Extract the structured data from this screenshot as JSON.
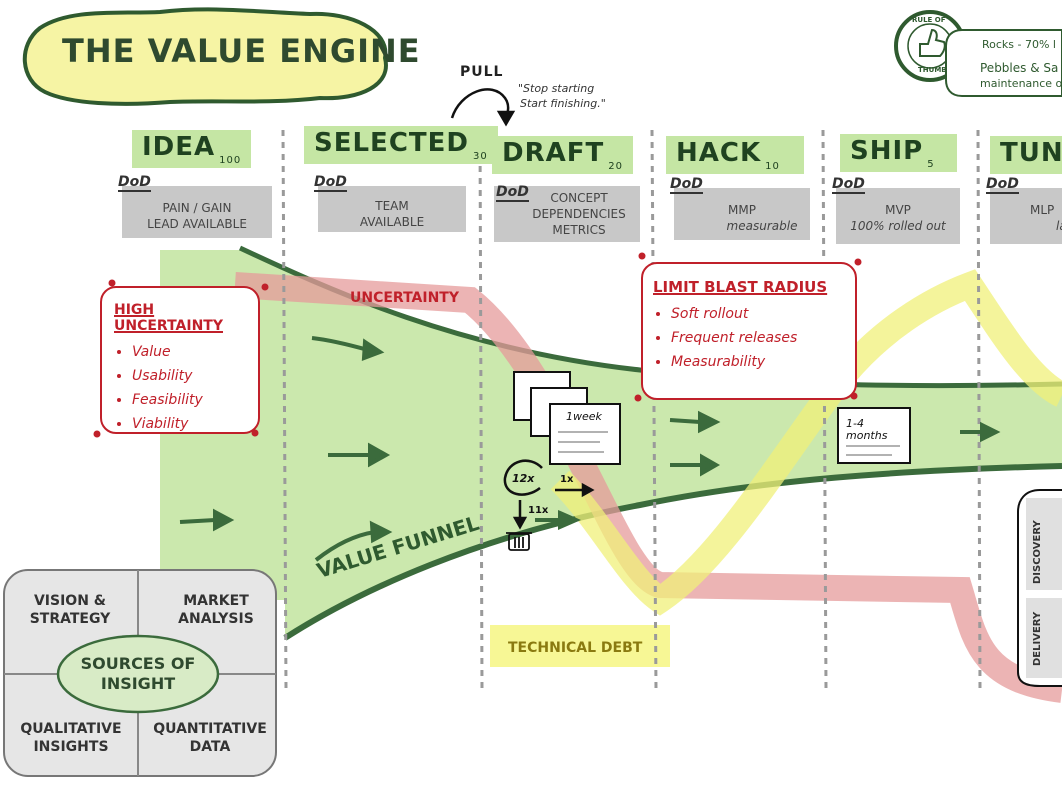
{
  "title": "THE VALUE ENGINE",
  "pull": {
    "label": "PULL",
    "quote_line1": "\"Stop starting",
    "quote_line2": "Start finishing.\""
  },
  "rule_of_thumb": {
    "badge_line1": "RULE OF",
    "badge_line2": "THUMB",
    "line1": "Rocks - 70% l",
    "line2": "Pebbles & Sa",
    "line3": "maintenance o"
  },
  "stages": [
    {
      "name": "IDEA",
      "count": "100",
      "dod_line1": "PAIN / GAIN",
      "dod_line2": "LEAD AVAILABLE",
      "dod_line3": ""
    },
    {
      "name": "SELECTED",
      "count": "30",
      "dod_line1": "TEAM",
      "dod_line2": "AVAILABLE",
      "dod_line3": ""
    },
    {
      "name": "DRAFT",
      "count": "20",
      "dod_line1": "CONCEPT",
      "dod_line2": "DEPENDENCIES",
      "dod_line3": "METRICS"
    },
    {
      "name": "HACK",
      "count": "10",
      "dod_line1": "MMP",
      "dod_line2": "measurable",
      "dod_line3": ""
    },
    {
      "name": "SHIP",
      "count": "5",
      "dod_line1": "MVP",
      "dod_line2": "100% rolled out",
      "dod_line3": ""
    },
    {
      "name": "TUNE",
      "count": "",
      "dod_line1": "MLP",
      "dod_line2": "la",
      "dod_line3": ""
    }
  ],
  "dod_label": "DoD",
  "high_uncertainty": {
    "title": "HIGH UNCERTAINTY",
    "items": [
      "Value",
      "Usability",
      "Feasibility",
      "Viability"
    ]
  },
  "limit_blast_radius": {
    "title": "LIMIT BLAST RADIUS",
    "items": [
      "Soft rollout",
      "Frequent releases",
      "Measurability"
    ]
  },
  "bands": {
    "uncertainty": "UNCERTAINTY",
    "technical_debt": "TECHNICAL DEBT",
    "value_funnel": "VALUE FUNNEL"
  },
  "cards": {
    "one_week": "1week",
    "one_four_months": "1-4 months"
  },
  "iteration": {
    "loop": "12x",
    "out": "1x",
    "drop": "11x"
  },
  "tracks": {
    "discovery": "DISCOVERY",
    "delivery": "DELIVERY"
  },
  "sources_of_insight": {
    "center": "SOURCES OF INSIGHT",
    "top_left": "VISION & STRATEGY",
    "top_right": "MARKET ANALYSIS",
    "bottom_left": "QUALITATIVE INSIGHTS",
    "bottom_right": "QUANTITATIVE DATA"
  },
  "colors": {
    "funnel_green": "#c5e6a4",
    "dark_green": "#3b6b3c",
    "red": "#c0202a",
    "yellow": "#f0f07a",
    "grey": "#c8c8c8"
  }
}
